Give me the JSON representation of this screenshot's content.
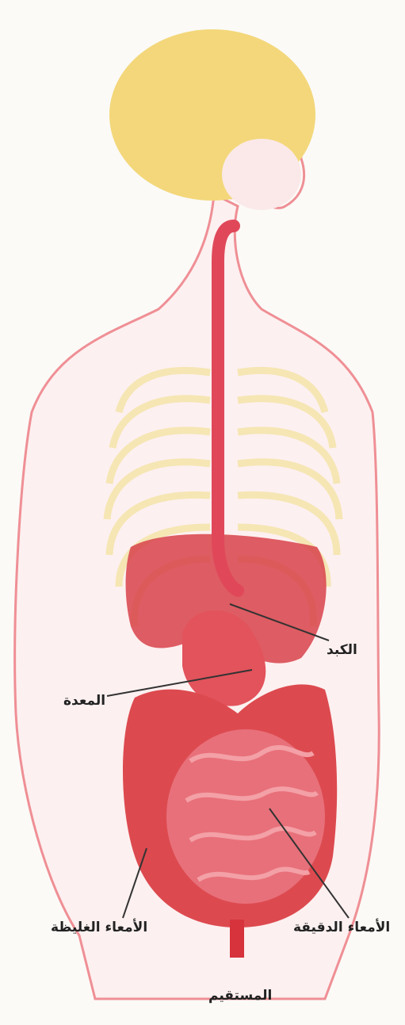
{
  "labels": {
    "liver": "الكبد",
    "stomach": "المعدة",
    "large_intestine": "الأمعاء الغليظة",
    "small_intestine": "الأمعاء الدقيقة",
    "rectum": "المستقيم"
  },
  "colors": {
    "hair": "#f3d77a",
    "skin_outline": "#ef8f95",
    "skin_fill": "#fdf0f0",
    "organ": "#d9474f",
    "ribs": "#f5e6b4",
    "esophagus": "#e0485a"
  }
}
